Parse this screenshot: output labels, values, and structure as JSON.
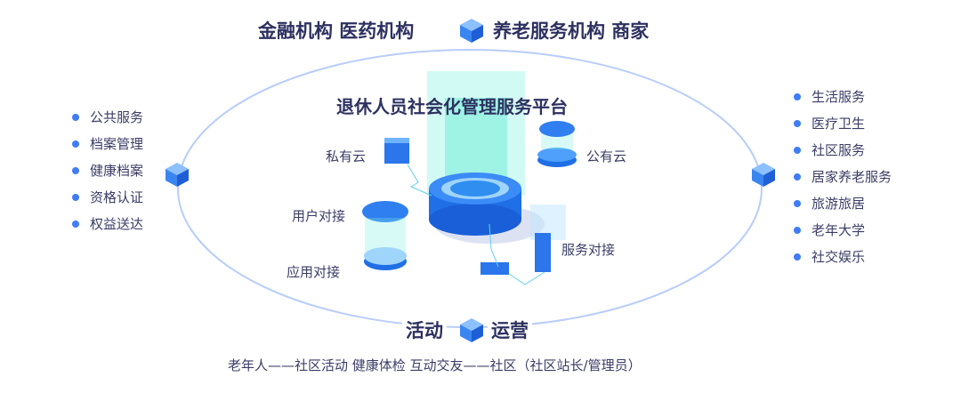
{
  "top": {
    "left": "金融机构  医药机构",
    "right": "养老服务机构  商家"
  },
  "platform_title": "退休人员社会化管理服务平台",
  "nodes": {
    "private_cloud": "私有云",
    "public_cloud": "公有云",
    "user_dock": "用户对接",
    "app_dock": "应用对接",
    "service_dock": "服务对接"
  },
  "left_list": [
    "公共服务",
    "档案管理",
    "健康档案",
    "资格认证",
    "权益送达"
  ],
  "right_list": [
    "生活服务",
    "医疗卫生",
    "社区服务",
    "居家养老服务",
    "旅游旅居",
    "老年大学",
    "社交娱乐"
  ],
  "bottom": {
    "left": "活动",
    "right": "运营"
  },
  "footer": "老年人——社区活动 健康体检  互动交友——社区（社区站长/管理员）",
  "colors": {
    "accent": "#3f7cf5",
    "text": "#2d3160",
    "ring": "#b8cdfa"
  }
}
